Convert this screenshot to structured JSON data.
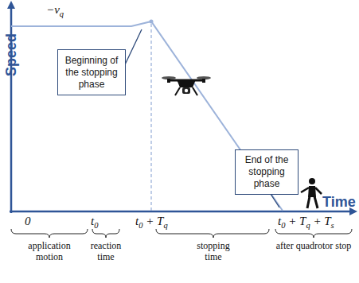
{
  "diagram": {
    "nodes": [
      {
        "text": [
          "Beginning of the stopping phase"
        ]
      },
      {
        "text": [
          "End of the stopping phase"
        ]
      }
    ],
    "labels": [
      "−vq",
      "Speed",
      "Time",
      "0",
      "t0",
      "t0 + Tq",
      "t0 + Tq + Ts",
      "application motion",
      "reaction time",
      "stopping time",
      "after quadrotor stop"
    ]
  }
}
